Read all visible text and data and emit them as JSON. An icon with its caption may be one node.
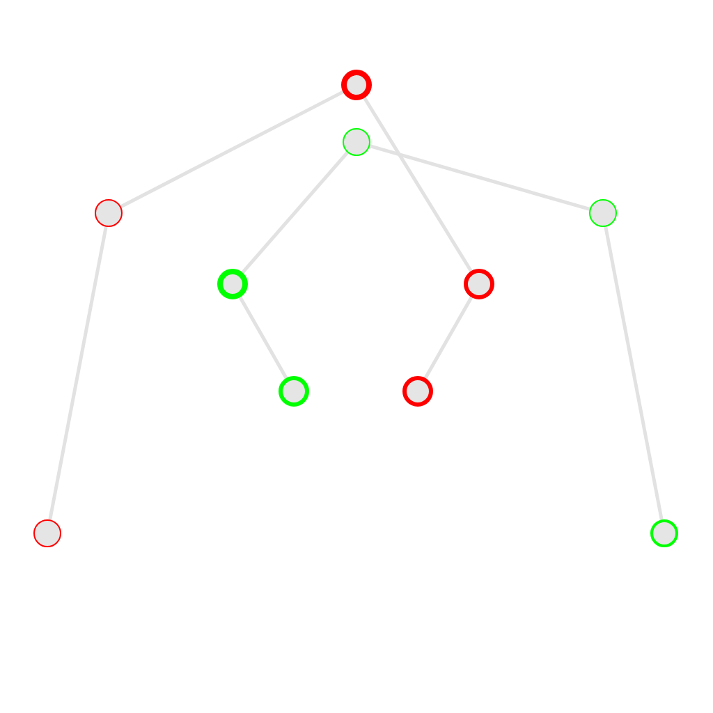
{
  "diagram": {
    "nodes": [
      {
        "text": [],
        "shape": "circle"
      },
      {
        "text": [],
        "shape": "circle"
      },
      {
        "text": [],
        "shape": "circle"
      },
      {
        "text": [],
        "shape": "circle"
      },
      {
        "text": [],
        "shape": "circle"
      },
      {
        "text": [],
        "shape": "circle"
      },
      {
        "text": [],
        "shape": "circle"
      },
      {
        "text": [],
        "shape": "circle"
      },
      {
        "text": [],
        "shape": "circle"
      },
      {
        "text": [],
        "shape": "circle"
      }
    ],
    "edges": [
      {
        "from": 0,
        "to": 2,
        "arrow": "none"
      },
      {
        "from": 0,
        "to": 5,
        "arrow": "none"
      },
      {
        "from": 1,
        "to": 4,
        "arrow": "none"
      },
      {
        "from": 1,
        "to": 3,
        "arrow": "none"
      },
      {
        "from": 5,
        "to": 7,
        "arrow": "none"
      },
      {
        "from": 4,
        "to": 6,
        "arrow": "none"
      },
      {
        "from": 2,
        "to": 8,
        "arrow": "none"
      },
      {
        "from": 3,
        "to": 9,
        "arrow": "none"
      }
    ]
  }
}
